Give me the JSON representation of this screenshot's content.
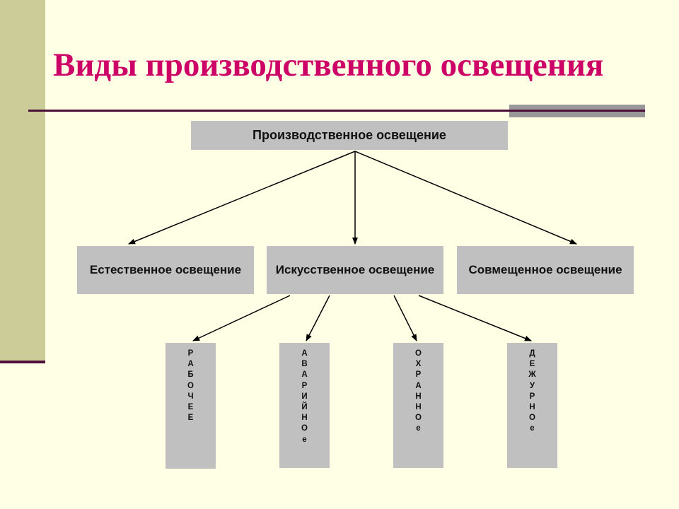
{
  "slide": {
    "title": "Виды производственного освещения"
  },
  "diagram": {
    "root": "Производственное освещение",
    "level1": [
      {
        "label": "Естественное освещение"
      },
      {
        "label": "Искусственное освещение"
      },
      {
        "label": "Совмещенное освещение"
      }
    ],
    "level2": [
      {
        "label": "РАБОЧЕЕ"
      },
      {
        "label": "АВАРИЙНОе"
      },
      {
        "label": "ОХРАННОе"
      },
      {
        "label": "ДЕЖУРНОе"
      }
    ]
  },
  "colors": {
    "title": "#cc0066",
    "background": "#ffffe6",
    "side_band": "#cccc99",
    "rule": "#4b0f38",
    "box_fill": "#c0c0c0"
  }
}
